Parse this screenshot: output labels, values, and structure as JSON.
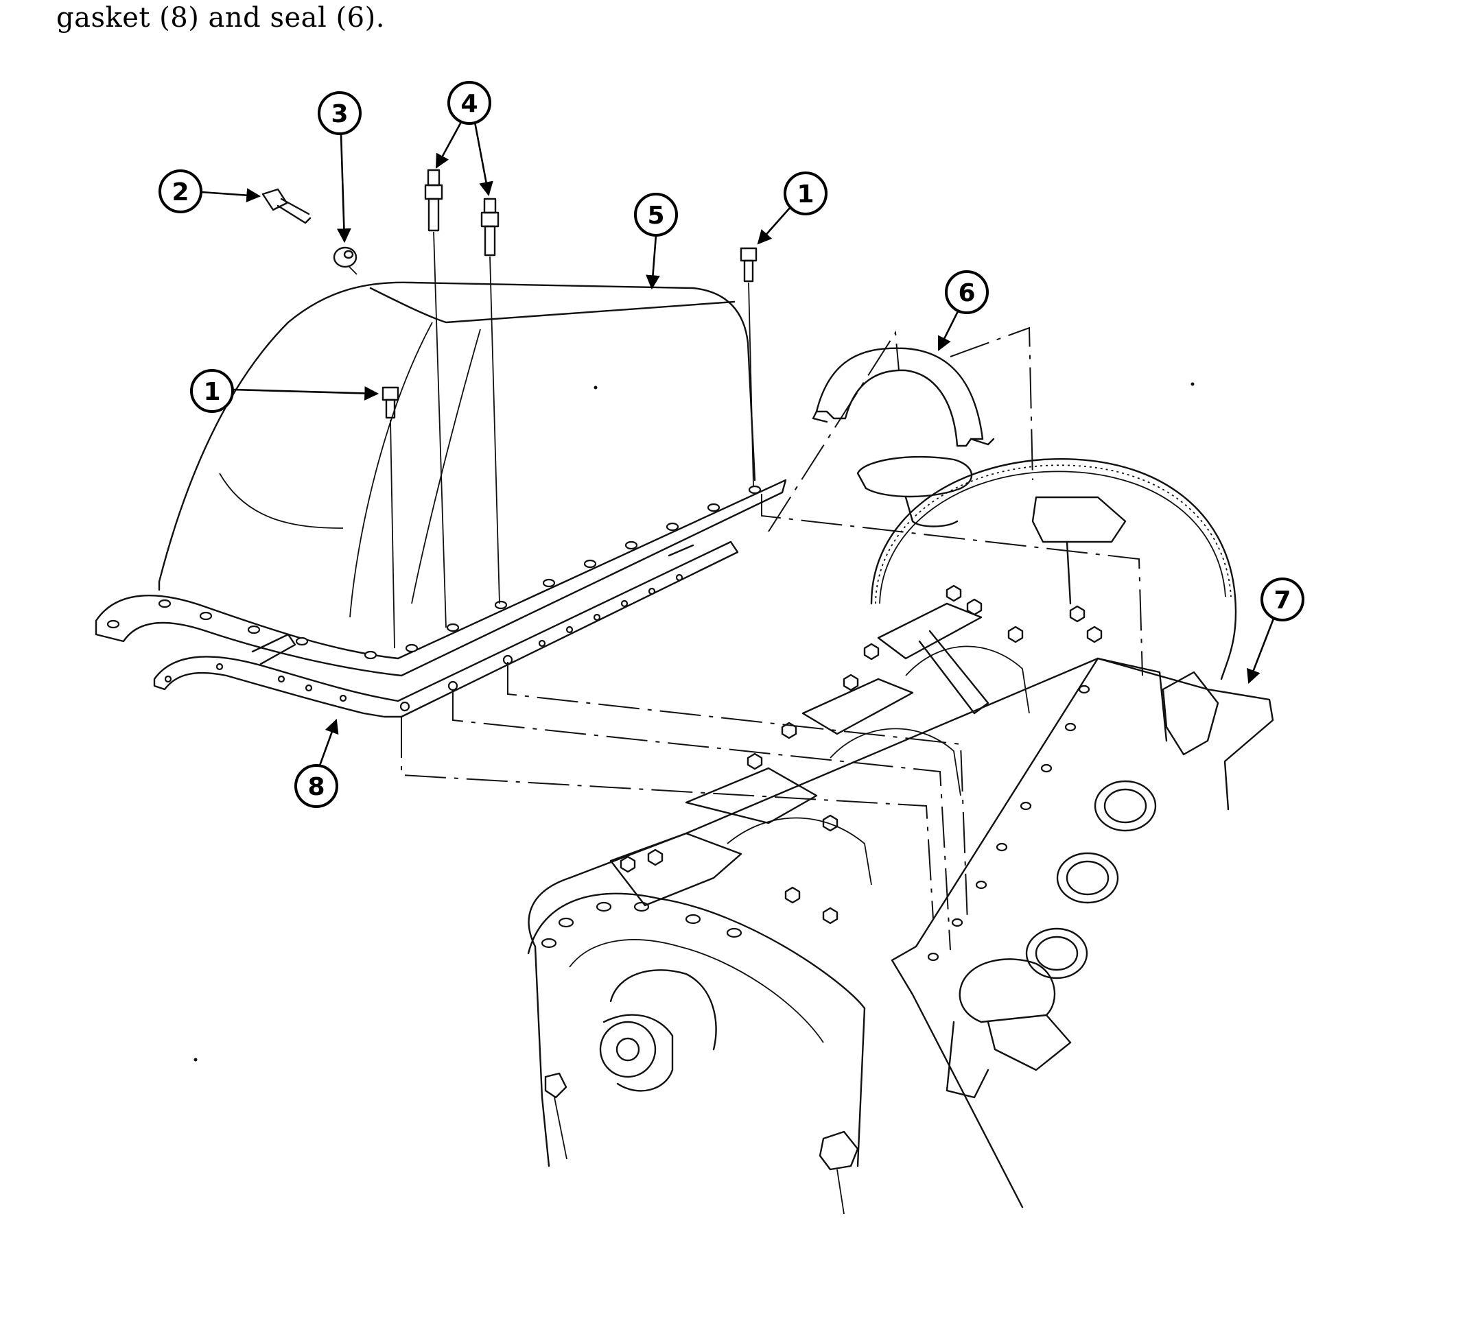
{
  "document": {
    "caption": "gasket (8) and seal (6)."
  },
  "callouts": [
    {
      "id": "c1a",
      "label": "1"
    },
    {
      "id": "c1b",
      "label": "1"
    },
    {
      "id": "c2",
      "label": "2"
    },
    {
      "id": "c3",
      "label": "3"
    },
    {
      "id": "c4",
      "label": "4"
    },
    {
      "id": "c5",
      "label": "5"
    },
    {
      "id": "c6",
      "label": "6"
    },
    {
      "id": "c7",
      "label": "7"
    },
    {
      "id": "c8",
      "label": "8"
    }
  ]
}
